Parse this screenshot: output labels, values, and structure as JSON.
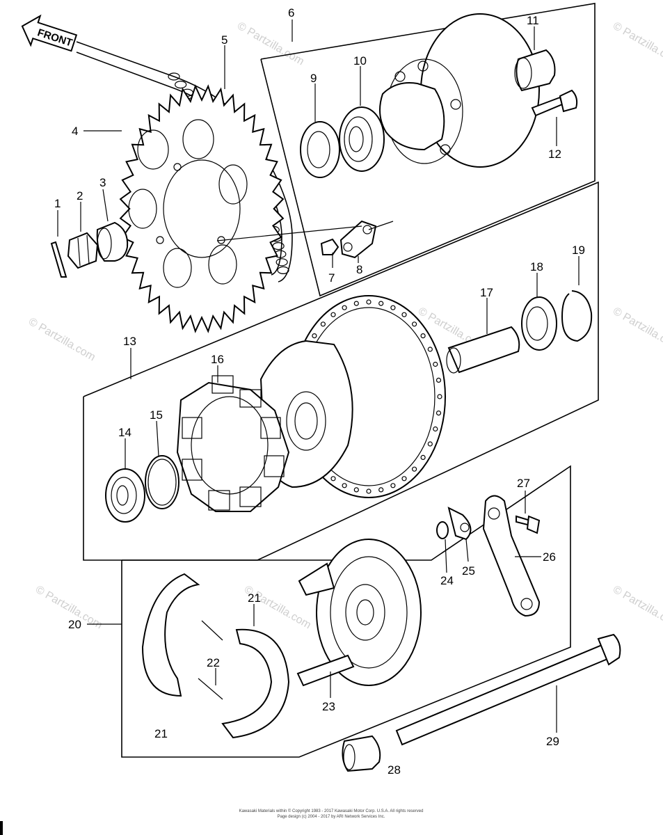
{
  "front_label": "FRONT",
  "watermark": "© Partzilla.com",
  "footer": {
    "line1": "Kawasaki Materials within © Copyright 1983 - 2017 Kawasaki Motor Corp. U.S.A. All rights reserved",
    "line2": "Page design (c) 2004 - 2017 by ARI Network Services Inc."
  },
  "callouts": [
    "1",
    "2",
    "3",
    "4",
    "5",
    "6",
    "7",
    "8",
    "9",
    "10",
    "11",
    "12",
    "13",
    "14",
    "15",
    "16",
    "17",
    "18",
    "19",
    "20",
    "21",
    "21",
    "22",
    "23",
    "24",
    "25",
    "26",
    "27",
    "28",
    "29"
  ]
}
